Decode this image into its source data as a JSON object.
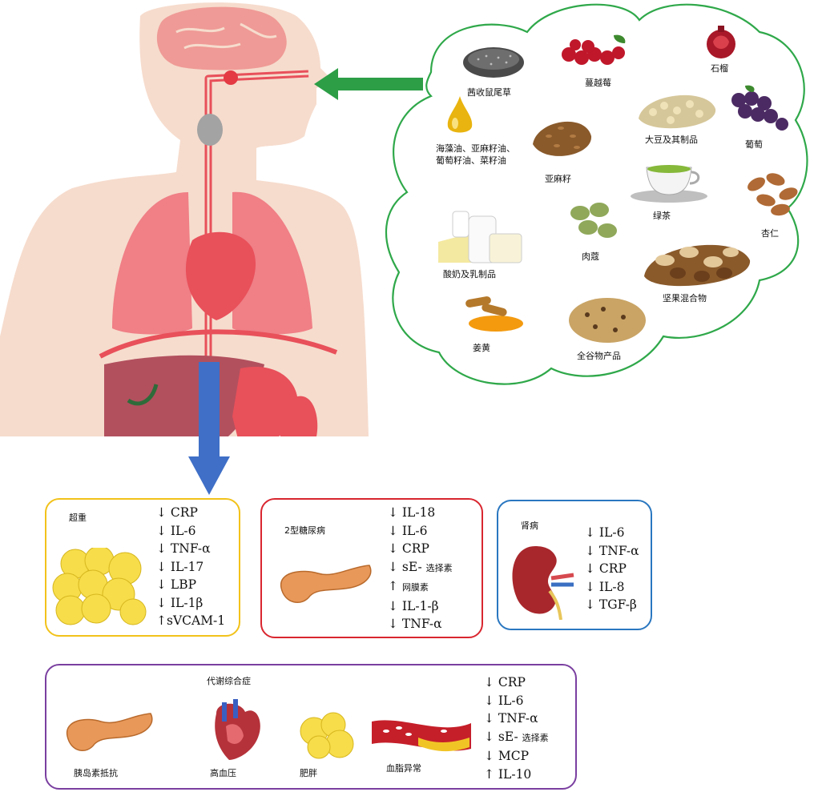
{
  "colors": {
    "food_cloud_border": "#2fa84a",
    "intake_arrow": "#2d9e46",
    "effect_arrow": "#3f6fc7",
    "overweight_border": "#f2c21a",
    "diabetes_border": "#d9262f",
    "kidney_border": "#2a77c0",
    "metabolic_border": "#7a3fa0",
    "body_skin": "#f6dccd",
    "organ_red": "#e8505a"
  },
  "foods": [
    {
      "id": "chia",
      "label": "茜收鼠尾草",
      "icon": "chia-seeds-icon"
    },
    {
      "id": "cranberry",
      "label": "蔓越莓",
      "icon": "cranberry-icon"
    },
    {
      "id": "pomegranate",
      "label": "石榴",
      "icon": "pomegranate-icon"
    },
    {
      "id": "oils",
      "label_line1": "海藻油、亚麻籽油、",
      "label_line2": "葡萄籽油、菜籽油",
      "icon": "oil-drop-icon"
    },
    {
      "id": "flaxseed",
      "label": "亚麻籽",
      "icon": "flaxseed-icon"
    },
    {
      "id": "soy",
      "label": "大豆及其制品",
      "icon": "soybean-icon"
    },
    {
      "id": "grape",
      "label": "葡萄",
      "icon": "grape-icon"
    },
    {
      "id": "greentea",
      "label": "绿茶",
      "icon": "green-tea-icon"
    },
    {
      "id": "almond",
      "label": "杏仁",
      "icon": "almond-icon"
    },
    {
      "id": "dairy",
      "label": "酸奶及乳制品",
      "icon": "dairy-icon"
    },
    {
      "id": "nutmeg",
      "label": "肉蔻",
      "icon": "nutmeg-icon"
    },
    {
      "id": "nuts",
      "label": "坚果混合物",
      "icon": "mixed-nuts-icon"
    },
    {
      "id": "turmeric",
      "label": "姜黄",
      "icon": "turmeric-icon"
    },
    {
      "id": "wholegrain",
      "label": "全谷物产品",
      "icon": "whole-grain-cookie-icon"
    }
  ],
  "overweight": {
    "title": "超重",
    "markers": [
      "↓ CRP",
      "↓ IL-6",
      "↓ TNF-α",
      "↓ IL-17",
      "↓ LBP",
      "↓ IL-1β",
      "↑sVCAM-1"
    ]
  },
  "diabetes": {
    "title": "2型糖尿病",
    "m1": "↓ IL-18",
    "m2": "↓ IL-6",
    "m3": "↓ CRP",
    "m4_a": "↓ sE-",
    "m4_b": "选择素",
    "m5_a": "↑",
    "m5_b": "网膜素",
    "m6": "↓ IL-1-β",
    "m7": "↓ TNF-α"
  },
  "kidney": {
    "title": "肾病",
    "markers": [
      "↓ IL-6",
      "↓ TNF-α",
      "↓ CRP",
      "↓ IL-8",
      "↓ TGF-β"
    ]
  },
  "metabolic": {
    "title": "代谢综合症",
    "organs": {
      "insulin": "胰岛素抵抗",
      "hypertension": "高血压",
      "obesity": "肥胖",
      "dyslipidemia": "血脂异常"
    },
    "m1": "↓ CRP",
    "m2": "↓ IL-6",
    "m3": "↓ TNF-α",
    "m4_a": "↓ sE-",
    "m4_b": "选择素",
    "m5": "↓ MCP",
    "m6": "↑ IL-10"
  }
}
